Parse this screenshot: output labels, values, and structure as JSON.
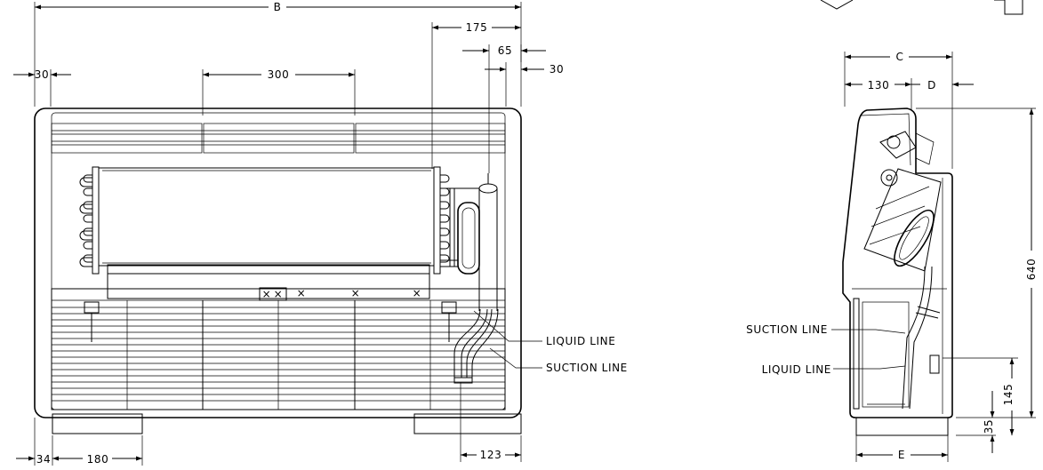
{
  "front_view": {
    "dimensions": {
      "overall_width": "B",
      "left_offset_top": "30",
      "grille_width": "300",
      "pipe_offset_1": "175",
      "pipe_offset_2": "65",
      "pipe_offset_3": "30",
      "left_offset_bottom": "34",
      "foot_width": "180",
      "pipe_to_foot": "123"
    },
    "labels": {
      "liquid_line": "LIQUID LINE",
      "suction_line": "SUCTION LINE"
    }
  },
  "side_view": {
    "dimensions": {
      "depth": "C",
      "front_depth": "130",
      "rear_depth": "D",
      "height": "640",
      "liquid_height": "145",
      "foot_height": "35",
      "base_depth": "E"
    },
    "labels": {
      "suction_line": "SUCTION LINE",
      "liquid_line": "LIQUID LINE"
    }
  }
}
